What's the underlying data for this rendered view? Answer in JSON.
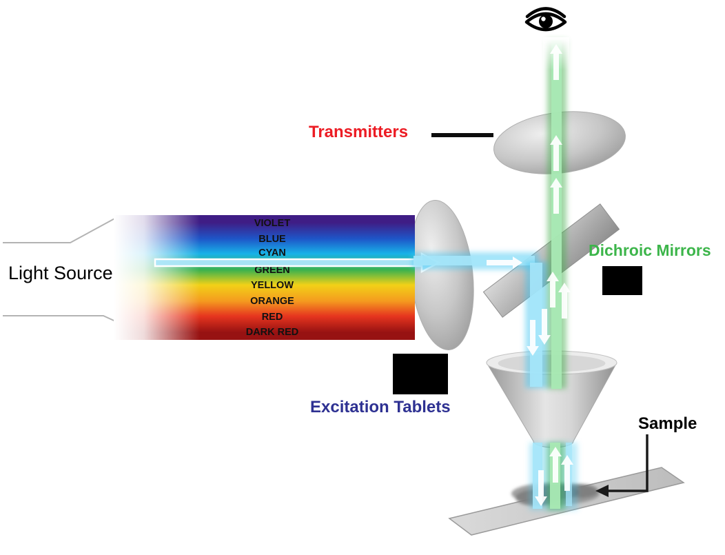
{
  "canvas": {
    "background": "#ffffff"
  },
  "labels": {
    "light_source": "Light Source",
    "transmitters": "Transmitters",
    "dichroic_mirrors": "Dichroic Mirrors",
    "excitation_tablets": "Excitation Tablets",
    "sample": "Sample"
  },
  "label_colors": {
    "light_source": "#000000",
    "transmitters": "#ec1c24",
    "dichroic_mirrors": "#3cb54a",
    "excitation_tablets": "#2e3192",
    "sample": "#000000"
  },
  "spectrum": {
    "text_color": "#111111",
    "bands": [
      {
        "label": "VIOLET",
        "color": "#3f1d85"
      },
      {
        "label": "BLUE",
        "color": "#1e56c8"
      },
      {
        "label": "CYAN",
        "color": "#18b2e8"
      },
      {
        "label": "GREEN",
        "color": "#3cb24e"
      },
      {
        "label": "YELLOW",
        "color": "#f2d117"
      },
      {
        "label": "ORANGE",
        "color": "#f49a1f"
      },
      {
        "label": "RED",
        "color": "#e6351f"
      },
      {
        "label": "DARK RED",
        "color": "#971212"
      }
    ]
  },
  "beams": {
    "excitation_color": "#45c8f1",
    "excitation_glow": "#a5e6fa",
    "emission_color": "#3fae49",
    "emission_glow": "#a9e9b4"
  },
  "icons": {
    "observer_eye": "eye-icon"
  }
}
